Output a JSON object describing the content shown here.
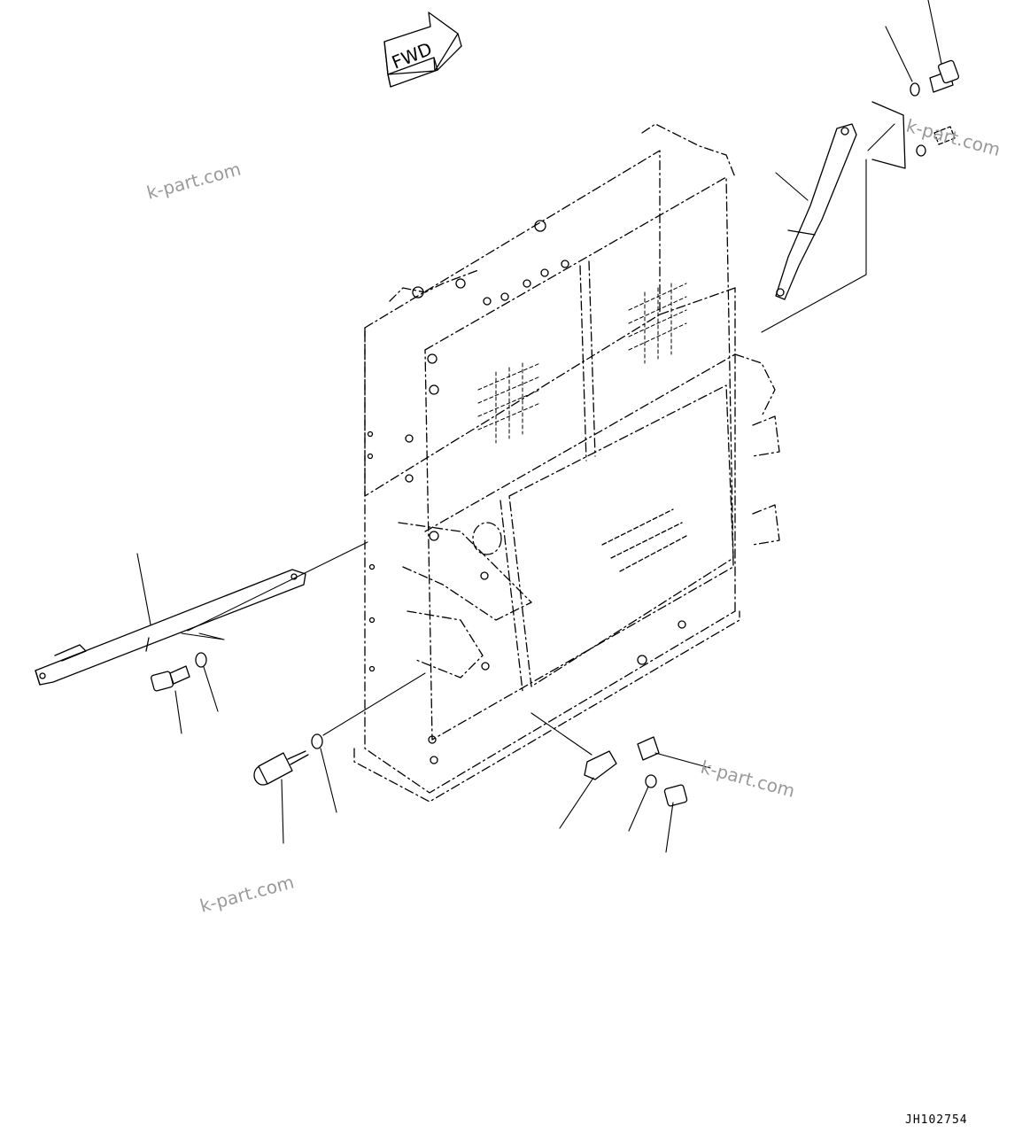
{
  "direction_marker": {
    "label": "FWD"
  },
  "watermarks": [
    "k-part.com",
    "k-part.com",
    "k-part.com",
    "k-part.com"
  ],
  "drawing_code": "JH102754",
  "colors": {
    "ink": "#000000",
    "hidden_line": "#000000",
    "watermark": "#9a9a9a",
    "background": "#ffffff"
  }
}
